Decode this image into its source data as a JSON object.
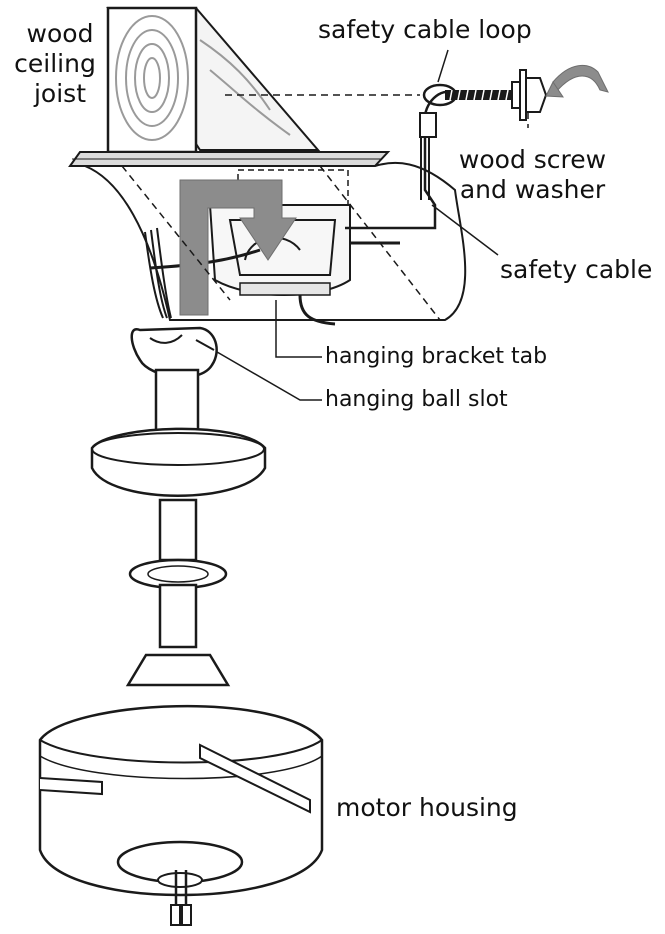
{
  "labels": {
    "joist_1": "wood",
    "joist_2": "ceiling",
    "joist_3": "joist",
    "safety_cable_loop": "safety cable loop",
    "screw_1": "wood screw",
    "screw_2": "and washer",
    "safety_cable": "safety cable",
    "hanging_bracket_tab": "hanging bracket tab",
    "hanging_ball_slot": "hanging ball slot",
    "motor_housing": "motor housing"
  },
  "colors": {
    "line": "#1a1a1a",
    "wood_grain": "#9a9a9a",
    "arrow": "#8c8c8c",
    "background": "#ffffff"
  },
  "icons": {
    "direction_arrow": "bent-down-arrow-icon",
    "turn_arrow": "curved-arrow-icon"
  }
}
